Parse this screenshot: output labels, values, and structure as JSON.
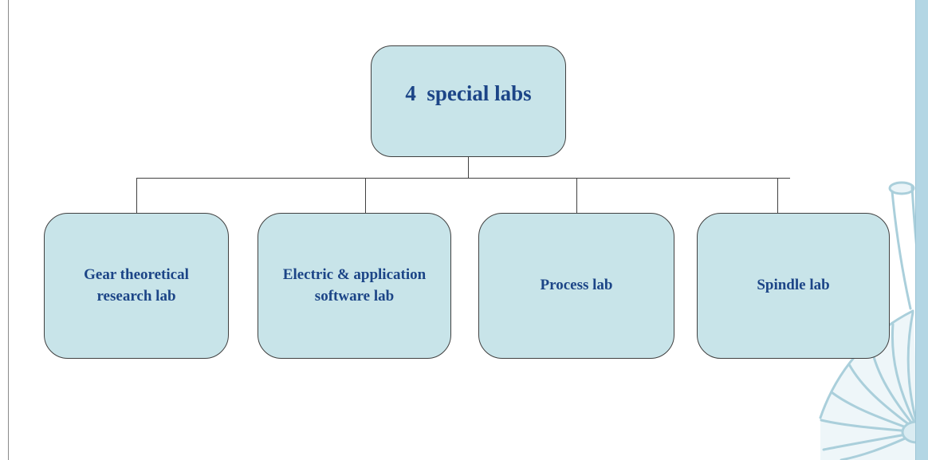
{
  "diagram": {
    "root": {
      "label": "4  special labs"
    },
    "children": [
      {
        "label": "Gear theoretical research lab"
      },
      {
        "label": "Electric & application software lab"
      },
      {
        "label": "Process lab"
      },
      {
        "label": "Spindle lab"
      }
    ],
    "colors": {
      "box_fill": "#c8e4e9",
      "box_border": "#404040",
      "label_text": "#1c4587",
      "connector": "#404040",
      "side_strip": "#b3d6e4",
      "gear_art_lines": "#a6cdda"
    },
    "decorations": [
      "left-border-line",
      "right-side-strip",
      "bevel-gear-image"
    ]
  }
}
